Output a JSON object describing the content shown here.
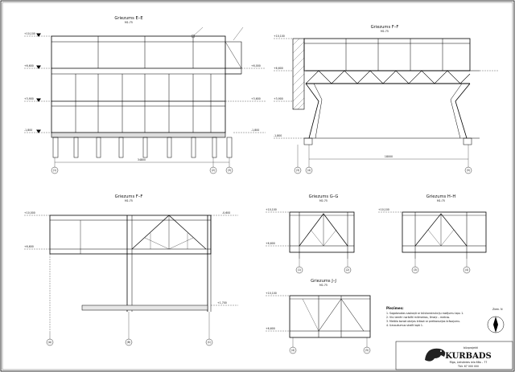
{
  "views": {
    "ee": {
      "title": "Griezums  E–E",
      "scale": "M1:75"
    },
    "ff_top": {
      "title": "Griezums  F–F",
      "scale": "M1:75"
    },
    "ff": {
      "title": "Griezums  F–F",
      "scale": "M1:75"
    },
    "gg": {
      "title": "Griezums  G–G",
      "scale": "M1:75"
    },
    "hh": {
      "title": "Griezums  H–H",
      "scale": "M1:75"
    },
    "jj": {
      "title": "Griezums  J–J",
      "scale": "M1:75"
    }
  },
  "levels": {
    "ee_top": "+10,100",
    "ee_mid": "+6,600",
    "ee_low": "+3,900",
    "ee_ground": "-1,800",
    "ee_right_mid": "+6,000",
    "ee_right_low": "+3,600",
    "ee_right_ground": "-1,800",
    "ff_top_top": "+10,100",
    "ff_top_mid": "+6,600",
    "ff_top_low": "+3,900",
    "ff_top_ground": "-1,800",
    "ff_top": "+10,000",
    "ff_mid": "+6,600",
    "ff_low": "+1,700",
    "ff_right": "-0,600",
    "gg_top": "+10,100",
    "gg_mid": "+6,600",
    "hh_top": "+10,100",
    "jj_top": "+10,100",
    "jj_low": "+6,600"
  },
  "axes": {
    "ee": [
      "(1)",
      "(2)",
      "(3)"
    ],
    "ff_top": [
      "(3)",
      "(4)",
      "(5)"
    ],
    "ff": [
      "(A)",
      "(B)",
      "(C)"
    ],
    "gg": [
      "(1)",
      "(2)"
    ],
    "hh": [
      "(3)",
      "(4)"
    ],
    "jj": [
      "(4)",
      "(5)"
    ]
  },
  "dims": {
    "ee_total": "34800",
    "ff_top_total": "18000"
  },
  "notes": {
    "heading": "Piezīmes:",
    "lines": [
      "1. Sagatavotas saskaņā ar būvkonstrukciju rasējumu lapu 1.",
      "2. Visi izmēri norādīti milimetros, līmeņi – metros.",
      "3. Metāla konstrukcijas krāsot ar pretkorozijas krāsojumu.",
      "4. Uzsaukumus skatīt lapā 1."
    ]
  },
  "compass": {
    "label": "Ziem. N"
  },
  "stamp": {
    "tagline": "būvprojekti",
    "company": "KURBADS",
    "line1": "Rīga, Lielvārdes iela 68a – 77",
    "line2": "Tālr. 67 000 000"
  }
}
